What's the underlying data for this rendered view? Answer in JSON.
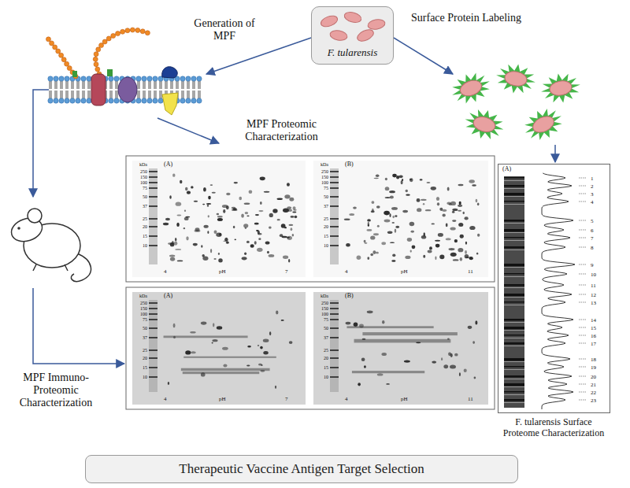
{
  "diagram": {
    "nodes": [
      {
        "text": [
          "F. tularensis"
        ]
      },
      {
        "text": [
          "(A)",
          "kDa",
          "250",
          "150",
          "100",
          "75",
          "50",
          "37",
          "25",
          "20",
          "15",
          "10",
          "4",
          "pH",
          "7"
        ]
      },
      {
        "text": [
          "(B)",
          "kDa",
          "250",
          "150",
          "100",
          "75",
          "50",
          "37",
          "25",
          "20",
          "15",
          "10",
          "4",
          "pH",
          "11"
        ]
      },
      {
        "text": [
          "(A)",
          "kDa",
          "250",
          "150",
          "100",
          "75",
          "50",
          "37",
          "25",
          "20",
          "15",
          "10",
          "4",
          "pH",
          "7"
        ]
      },
      {
        "text": [
          "(B)",
          "kDa",
          "250",
          "150",
          "100",
          "75",
          "50",
          "37",
          "25",
          "20",
          "15",
          "10",
          "4",
          "pH",
          "11"
        ]
      },
      {
        "text": [
          "(A)",
          "1",
          "2",
          "3",
          "4",
          "5",
          "6",
          "7",
          "8",
          "9",
          "10",
          "11",
          "12",
          "13",
          "14",
          "15",
          "16",
          "17",
          "18",
          "19",
          "20",
          "21",
          "22",
          "23",
          "F. tularensis Surface Proteome Characterization"
        ]
      },
      {
        "text": [
          "Therapeutic Vaccine Antigen Target Selection"
        ]
      }
    ],
    "labels": [
      "Generation of MPF",
      "Surface Protein Labeling",
      "MPF Proteomic Characterization",
      "MPF Immuno-Proteomic Characterization"
    ]
  }
}
